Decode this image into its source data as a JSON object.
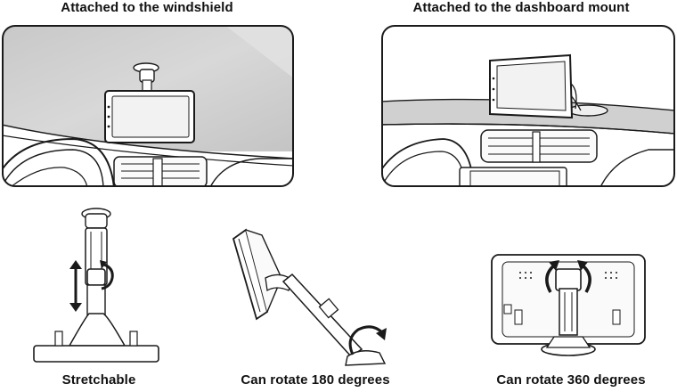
{
  "captions": {
    "windshield": "Attached to the windshield",
    "dashboard": "Attached to the dashboard mount",
    "stretchable": "Stretchable",
    "rotate180": "Can rotate 180 degrees",
    "rotate360": "Can rotate 360 degrees"
  },
  "colors": {
    "outline": "#1a1a1a",
    "windshield_glass": "#bdbdbd",
    "windshield_glass_light": "#e6e6e6",
    "dashboard_top": "#d0d0d0",
    "screen_fill": "#f2f2f2"
  },
  "icons": {
    "stretch": "double-vertical-arrow-icon",
    "rotate_small": "curved-arrow-icon",
    "rotate_180": "semicircle-arrow-icon",
    "rotate_360": "dual-curved-arrows-icon"
  }
}
